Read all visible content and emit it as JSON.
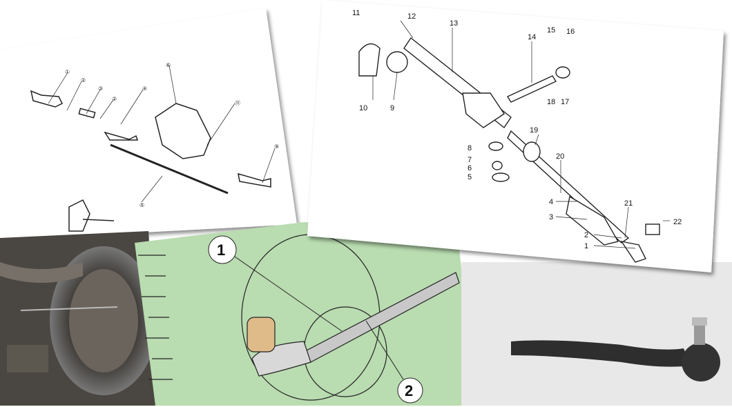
{
  "left_diagram": {
    "labels": [
      "①",
      "②",
      "③",
      "②",
      "④",
      "⑥",
      "⑪",
      "⑨",
      "⑤"
    ]
  },
  "right_diagram": {
    "labels": [
      "11",
      "12",
      "13",
      "14",
      "15",
      "16",
      "10",
      "9",
      "18",
      "17",
      "19",
      "8",
      "20",
      "7",
      "6",
      "5",
      "4",
      "21",
      "3",
      "22",
      "2",
      "1"
    ]
  },
  "green_diagram": {
    "labels": [
      "1",
      "2"
    ]
  },
  "colors": {
    "green": "#b9dcb0",
    "paper": "#ffffff",
    "photo_bg": "#e8e8e8"
  }
}
